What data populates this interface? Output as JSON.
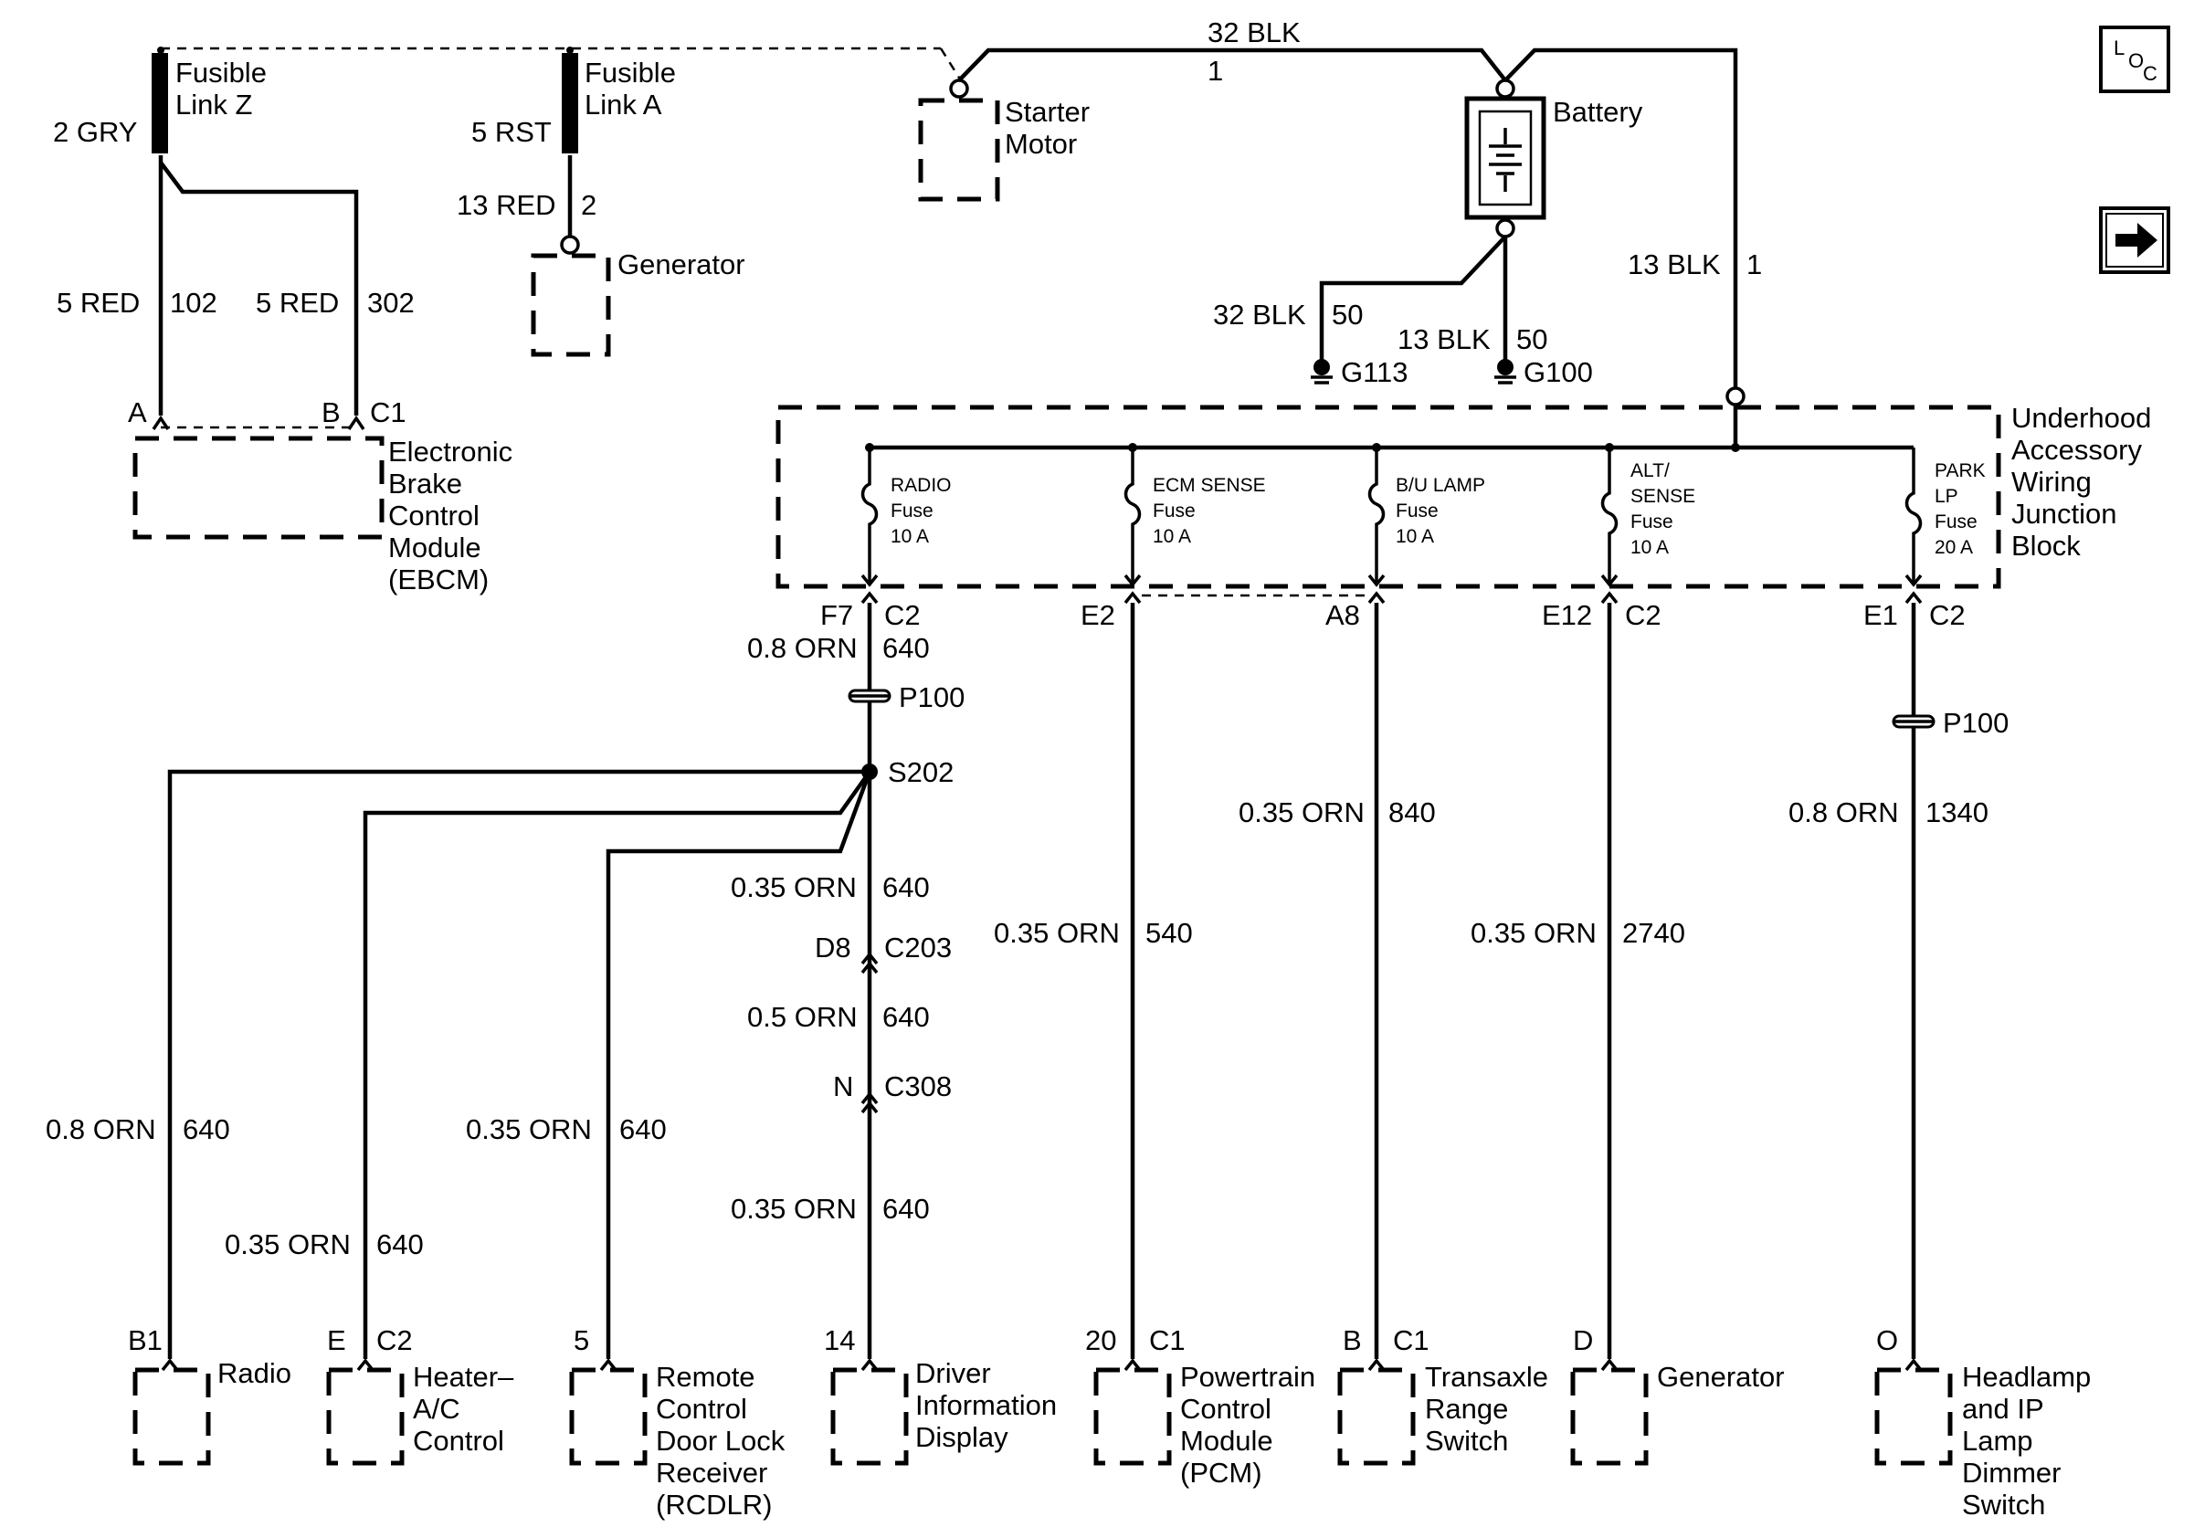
{
  "fusible_link_z": {
    "line1": "Fusible",
    "line2": "Link Z",
    "gauge": "2 GRY"
  },
  "fusible_link_a": {
    "line1": "Fusible",
    "line2": "Link A",
    "gauge": "5 RST"
  },
  "starter_motor": {
    "line1": "Starter",
    "line2": "Motor"
  },
  "battery": {
    "label": "Battery"
  },
  "top_wire": {
    "gauge": "32 BLK",
    "circuit": "1"
  },
  "right_wire": {
    "gauge": "13 BLK",
    "circuit": "1"
  },
  "ebcm_wires": {
    "a_gauge": "5 RED",
    "a_circuit": "102",
    "b_gauge": "5 RED",
    "b_circuit": "302"
  },
  "ebcm": {
    "pin_a": "A",
    "pin_b": "B",
    "connector": "C1",
    "line1": "Electronic",
    "line2": "Brake",
    "line3": "Control",
    "line4": "Module",
    "line5": "(EBCM)"
  },
  "gen_top": {
    "gauge": "13 RED",
    "circuit": "2",
    "label": "Generator"
  },
  "grounds": {
    "g113_gauge": "32 BLK",
    "g113_circuit": "50",
    "g113": "G113",
    "g100_gauge": "13 BLK",
    "g100_circuit": "50",
    "g100": "G100"
  },
  "junction_block": {
    "line1": "Underhood",
    "line2": "Accessory",
    "line3": "Wiring",
    "line4": "Junction",
    "line5": "Block"
  },
  "fuses": [
    {
      "l1": "RADIO",
      "l2": "Fuse",
      "l3": "10 A"
    },
    {
      "l1": "ECM SENSE",
      "l2": "Fuse",
      "l3": "10 A"
    },
    {
      "l1": "B/U LAMP",
      "l2": "Fuse",
      "l3": "10 A"
    },
    {
      "l1": "ALT/",
      "l2": "SENSE",
      "l3": "Fuse",
      "l4": "10 A"
    },
    {
      "l1": "PARK",
      "l2": "LP",
      "l3": "Fuse",
      "l4": "20 A"
    }
  ],
  "pins_top": {
    "f7": "F7",
    "c2a": "C2",
    "e2": "E2",
    "a8": "A8",
    "e12": "E12",
    "c2b": "C2",
    "e1": "E1",
    "c2c": "C2"
  },
  "wires": {
    "w640_top_g": "0.8 ORN",
    "w640_top_c": "640",
    "p100a": "P100",
    "p100b": "P100",
    "s202": "S202",
    "w640_mid_g": "0.35 ORN",
    "w640_mid_c": "640",
    "d8": "D8",
    "c203": "C203",
    "w640_05_g": "0.5 ORN",
    "w640_05_c": "640",
    "n": "N",
    "c308": "C308",
    "w640_low_g": "0.35 ORN",
    "w640_low_c": "640",
    "w540_g": "0.35 ORN",
    "w540_c": "540",
    "w840_g": "0.35 ORN",
    "w840_c": "840",
    "w2740_g": "0.35 ORN",
    "w2740_c": "2740",
    "w1340_g": "0.8 ORN",
    "w1340_c": "1340",
    "radio_g": "0.8 ORN",
    "radio_c": "640",
    "hvac_g": "0.35 ORN",
    "hvac_c": "640",
    "rcdlr_g": "0.35 ORN",
    "rcdlr_c": "640"
  },
  "components": [
    {
      "pin": "B1",
      "conn": "",
      "l1": "Radio"
    },
    {
      "pin": "E",
      "conn": "C2",
      "l1": "Heater–",
      "l2": "A/C",
      "l3": "Control"
    },
    {
      "pin": "5",
      "conn": "",
      "l1": "Remote",
      "l2": "Control",
      "l3": "Door Lock",
      "l4": "Receiver",
      "l5": "(RCDLR)"
    },
    {
      "pin": "14",
      "conn": "",
      "l1": "Driver",
      "l2": "Information",
      "l3": "Display"
    },
    {
      "pin": "20",
      "conn": "C1",
      "l1": "Powertrain",
      "l2": "Control",
      "l3": "Module",
      "l4": "(PCM)"
    },
    {
      "pin": "B",
      "conn": "C1",
      "l1": "Transaxle",
      "l2": "Range",
      "l3": "Switch"
    },
    {
      "pin": "D",
      "conn": "",
      "l1": "Generator"
    },
    {
      "pin": "O",
      "conn": "",
      "l1": "Headlamp",
      "l2": "and IP",
      "l3": "Lamp",
      "l4": "Dimmer",
      "l5": "Switch"
    }
  ],
  "nav": {
    "loc_l": "L",
    "loc_o": "O",
    "loc_c": "C"
  }
}
